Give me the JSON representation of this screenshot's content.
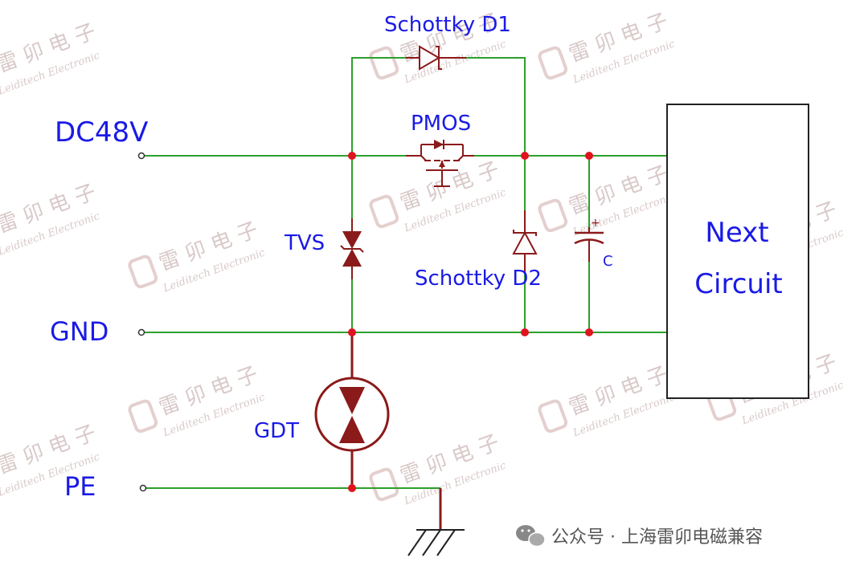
{
  "colors": {
    "wire": "#2ca02c",
    "component": "#8b1a1a",
    "junction": "#e0141e",
    "label": "#1a1ae6",
    "box_border": "#222222",
    "watermark": "#d9c9c9"
  },
  "labels": {
    "dc48v": "DC48V",
    "gnd": "GND",
    "pe": "PE",
    "tvs": "TVS",
    "pmos": "PMOS",
    "schottky_d1": "Schottky D1",
    "schottky_d2": "Schottky D2",
    "capacitor": "C",
    "capacitor_plus": "+",
    "gdt": "GDT",
    "next_circuit_line1": "Next",
    "next_circuit_line2": "Circuit"
  },
  "watermark": {
    "cn": "雷 卯 电 子",
    "en": "Leiditech Electronic"
  },
  "footer": {
    "icon": "wechat-icon",
    "text": "公众号 · 上海雷卯电磁兼容"
  }
}
